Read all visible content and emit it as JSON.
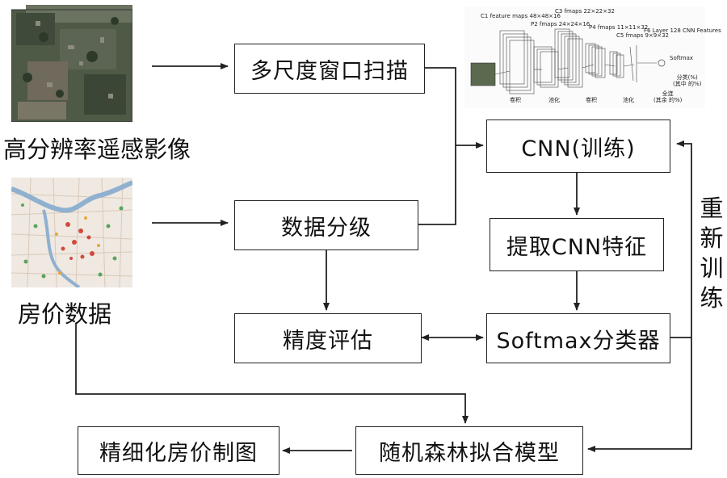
{
  "inputs": {
    "remote_sensing": {
      "label": "高分辨率遥感影像"
    },
    "house_price": {
      "label": "房价数据"
    }
  },
  "boxes": {
    "multiscale_scan": "多尺度窗口扫描",
    "data_grading": "数据分级",
    "accuracy_eval": "精度评估",
    "cnn_train": "CNN(训练)",
    "extract_features": "提取CNN特征",
    "softmax": "Softmax分类器",
    "random_forest": "随机森林拟合模型",
    "fine_mapping": "精细化房价制图"
  },
  "retrain_label": [
    "重",
    "新",
    "训",
    "练"
  ],
  "cnn_figure": {
    "c1": "C1 feature maps\n48×48×16",
    "p2": "P2 fmaps\n24×24×16",
    "c3": "C3 fmaps\n22×22×32",
    "p4": "P4 fmaps\n11×11×32",
    "c5": "C5 fmaps\n9×9×32",
    "f6": "F6 Layer 128\nCNN Features",
    "softmax": "Softmax",
    "output": "分类(%)\n(其中 的%)",
    "conv1": "卷积",
    "pool1": "池化",
    "conv2": "卷积",
    "pool2": "池化",
    "fc": "全连\n(其余 的%)"
  },
  "colors": {
    "line": "#222222",
    "box_border": "#222222",
    "background": "#ffffff"
  }
}
